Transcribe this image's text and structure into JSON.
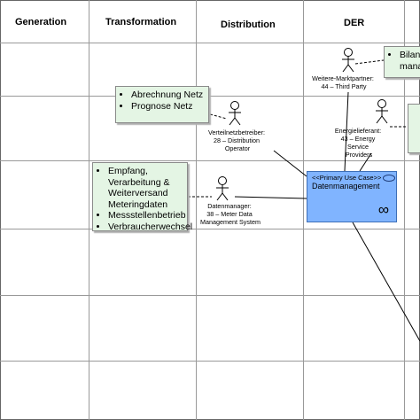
{
  "columns": {
    "generation": "Generation",
    "transformation": "Transformation",
    "distribution": "Distribution",
    "der": "DER"
  },
  "notes": {
    "netz": [
      "Abrechnung Netz",
      "Prognose Netz"
    ],
    "data": [
      "Empfang, Verarbeitung & Weiterversand Meteringdaten",
      "Messstellenbetrieb",
      "Verbraucherwechsel"
    ],
    "bilanz": [
      "Bilanz",
      "manag"
    ]
  },
  "actors": {
    "markt": [
      "Weitere-Marktpartner:",
      "44 – Third Party"
    ],
    "vnb": [
      "Verteilnetzbetreiber:",
      "28 – Distribution",
      "Operator"
    ],
    "el": [
      "Energielieferant:",
      "43 – Energy",
      "Service",
      "Providers"
    ],
    "dm": [
      "Datenmanager:",
      "38 – Meter Data",
      "Management  System"
    ]
  },
  "use_case": {
    "stereotype": "<<Primary Use Case>>",
    "name": "Datenmanagement",
    "symbol": "∞"
  },
  "colors": {
    "note_fill": "#e4f5e4",
    "use_case_fill": "#80b4ff",
    "grid": "#999999"
  }
}
